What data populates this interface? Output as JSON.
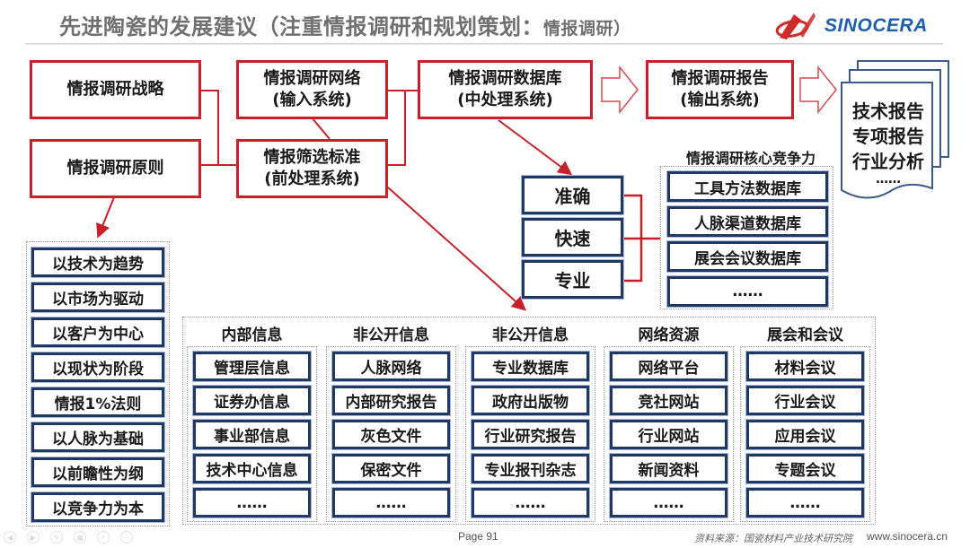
{
  "header": {
    "title_main": "先进陶瓷的发展建议（注重情报调研和规划策划：",
    "title_sub": "情报调研）",
    "logo_text": "SINOCERA"
  },
  "flow": {
    "strategy": "情报调研战略",
    "principle": "情报调研原则",
    "network": {
      "line1": "情报调研网络",
      "line2": "(输入系统)"
    },
    "filter": {
      "line1": "情报筛选标准",
      "line2": "(前处理系统)"
    },
    "database": {
      "line1": "情报调研数据库",
      "line2": "(中处理系统)"
    },
    "report": {
      "line1": "情报调研报告",
      "line2": "(输出系统)"
    },
    "outputs": [
      "技术报告",
      "专项报告",
      "行业分析"
    ],
    "outputs_more": "……"
  },
  "qualities": [
    "准确",
    "快速",
    "专业"
  ],
  "core": {
    "title": "情报调研核心竞争力",
    "items": [
      "工具方法数据库",
      "人脉渠道数据库",
      "展会会议数据库",
      "……"
    ]
  },
  "principles": [
    "以技术为趋势",
    "以市场为驱动",
    "以客户为中心",
    "以现状为阶段",
    "情报1%法则",
    "以人脉为基础",
    "以前瞻性为纲",
    "以竞争力为本"
  ],
  "sources": [
    {
      "title": "内部信息",
      "items": [
        "管理层信息",
        "证券办信息",
        "事业部信息",
        "技术中心信息",
        "……"
      ]
    },
    {
      "title": "非公开信息",
      "items": [
        "人脉网络",
        "内部研究报告",
        "灰色文件",
        "保密文件",
        "……"
      ]
    },
    {
      "title": "非公开信息",
      "items": [
        "专业数据库",
        "政府出版物",
        "行业研究报告",
        "专业报刊杂志",
        "……"
      ]
    },
    {
      "title": "网络资源",
      "items": [
        "网络平台",
        "竞社网站",
        "行业网站",
        "新闻资料",
        "……"
      ]
    },
    {
      "title": "展会和会议",
      "items": [
        "材料会议",
        "行业会议",
        "应用会议",
        "专题会议",
        "……"
      ]
    }
  ],
  "footer": {
    "page": "Page 91",
    "source": "资料来源：国瓷材料产业技术研究院",
    "url": "www.sinocera.cn"
  },
  "colors": {
    "red": "#c8202a",
    "navy": "#1f3864",
    "title_gray": "#707070",
    "logo_blue": "#1d5fae"
  }
}
